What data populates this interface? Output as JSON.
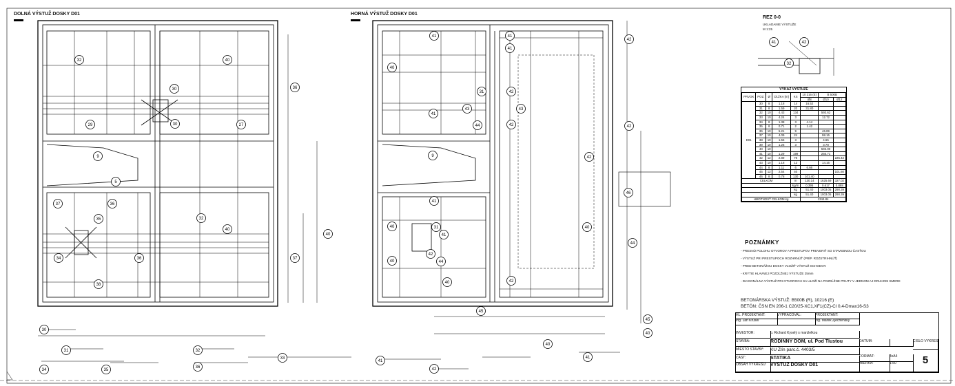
{
  "titles": {
    "lower": "DOLNÁ VÝSTUŽ DOSKY D01",
    "upper": "HORNÁ VÝSTUŽ DOSKY D01",
    "section": "REZ 0-0",
    "section_sub1": "UKLADANIE VÝSTUŽE",
    "section_sub2": "M 1:25"
  },
  "table": {
    "caption": "VÝKAZ VÝSTUŽE",
    "headers": {
      "prvok": "PRVOK",
      "poz": "POZ.",
      "d": "Ø",
      "dlzka": "DĹŽKA [m]",
      "ks": "KS",
      "dlzka_total": "DĹŽKA - bm",
      "b500b_r": "10 216 (E)",
      "b500b": "B 500B",
      "c1": "Ø8",
      "c2": "Ø10",
      "c3": "Ø12"
    },
    "prvok_label": "D01",
    "rows": [
      [
        "30",
        "8",
        "1.18",
        "14",
        "16.52",
        "",
        ""
      ],
      [
        "31",
        "8",
        "1.59",
        "20",
        "31.80",
        "",
        ""
      ],
      [
        "32",
        "10",
        "4.43",
        "134",
        "",
        "593.62",
        ""
      ],
      [
        "33",
        "10",
        "4.24",
        "3",
        "",
        "12.72",
        ""
      ],
      [
        "34",
        "8",
        "1.38",
        "3",
        "4.14",
        "",
        ""
      ],
      [
        "35",
        "8",
        "0.71",
        "2",
        "1.42",
        "",
        ""
      ],
      [
        "36",
        "10",
        "5.21",
        "9",
        "",
        "46.89",
        ""
      ],
      [
        "37",
        "10",
        "4.09",
        "24",
        "",
        "98.16",
        ""
      ],
      [
        "38",
        "10",
        "1.55",
        "3",
        "",
        "4.65",
        ""
      ],
      [
        "39",
        "10",
        "1.26",
        "3",
        "",
        "3.78",
        ""
      ],
      [
        "40",
        "10",
        "",
        "",
        "",
        "593.00",
        ""
      ],
      [
        "41",
        "10",
        "1.29",
        "199",
        "",
        "256.71",
        ""
      ],
      [
        "42",
        "12",
        "2.89",
        "78",
        "",
        "",
        "225.42"
      ],
      [
        "43",
        "10",
        "1.18",
        "12",
        "",
        "14.16",
        ""
      ],
      [
        "44",
        "8",
        "1.11",
        "6",
        "6.66",
        "",
        ""
      ],
      [
        "45",
        "12",
        "2.54",
        "40",
        "",
        "",
        "101.60"
      ],
      [
        "46",
        "8",
        "0.78",
        "130",
        "101.40",
        "",
        ""
      ]
    ],
    "sum_label": "CELKOM",
    "sum_rows": [
      [
        "m",
        "130.14",
        "1625.69",
        "327.02"
      ],
      [
        "kg/m",
        "0.395",
        "0.617",
        "0.888"
      ],
      [
        "kg",
        "51.40",
        "1003.05",
        "290.39"
      ],
      [
        "kg",
        "51.40",
        "1003.05",
        "290.39"
      ]
    ],
    "total_label": "HMOTNOSŤ CELKOM kg",
    "total_value": "1344.84"
  },
  "notes": {
    "heading": "POZNÁMKY",
    "items": [
      "- PRESNÚ POLOHU OTVOROV A PRESTUPOV PREVERIŤ SO STAVEBNOU ČASŤOU",
      "- VÝSTUŽ PRI PRESTUPOCH ROZHRNÚŤ (PRÍP. ROZSTRIHNÚŤ)",
      "- PRED BETONÁŽOU DOSKY VLOŽIŤ VÝSTUŽ SCHODOV",
      "- KRYTIE HLAVNEJ POZDĹŽNEJ VÝSTUŽE 25mm",
      "- DIAGONÁLNA VÝSTUŽ PRI OTVOROCH SA ULOŽÍ NA POZDĹŽNE PRUTY V JEDNOM AJ DRUHOM SMERE"
    ],
    "beton1": "BETONÁRSKA VÝSTUŽ:   B500B (R), 10216 (E)",
    "beton2": "BETÓN: ČSN EN 206-1 C20/25-XC1,XF1(CZ)-Cl 0,4-Dmax16-S3"
  },
  "title_block": {
    "hip_label": "HL. PROJEKTANT:",
    "hip_value": "Ing. Ján Krušel",
    "vyprac_label": "VYPRACOVAL:",
    "kontr_label": "PROJEKTANT:",
    "kontr_value": "Ing. Marek Zjechenský",
    "investor_label": "INVESTOR:",
    "investor_value": "p. Richard Kyselý s manželkou",
    "stavba_label": "STAVBA:",
    "stavba_value": "RODINNÝ DOM, ul. Pod Tlustou",
    "miesto_label": "MIESTO STAVBY:",
    "miesto_value": "KÚ Zlín parc.č. 4403/5",
    "cast_label": "ČASŤ:",
    "cast_value": "STATIKA",
    "vykres_label": "OBSAH VÝKRESU:",
    "vykres_value": "VÝSTUŽ DOSKY D01",
    "datum_label": "DÁTUM:",
    "format_label": "FORMÁT:",
    "format_value": "4xA4",
    "mierka_label": "MIERKA:",
    "mierka_value": "1:50",
    "cislo_label": "ČÍSLO VÝKRESU:",
    "cislo_value": "5"
  },
  "colors": {
    "line": "#000000",
    "dim": "#333333",
    "paper": "#ffffff"
  }
}
